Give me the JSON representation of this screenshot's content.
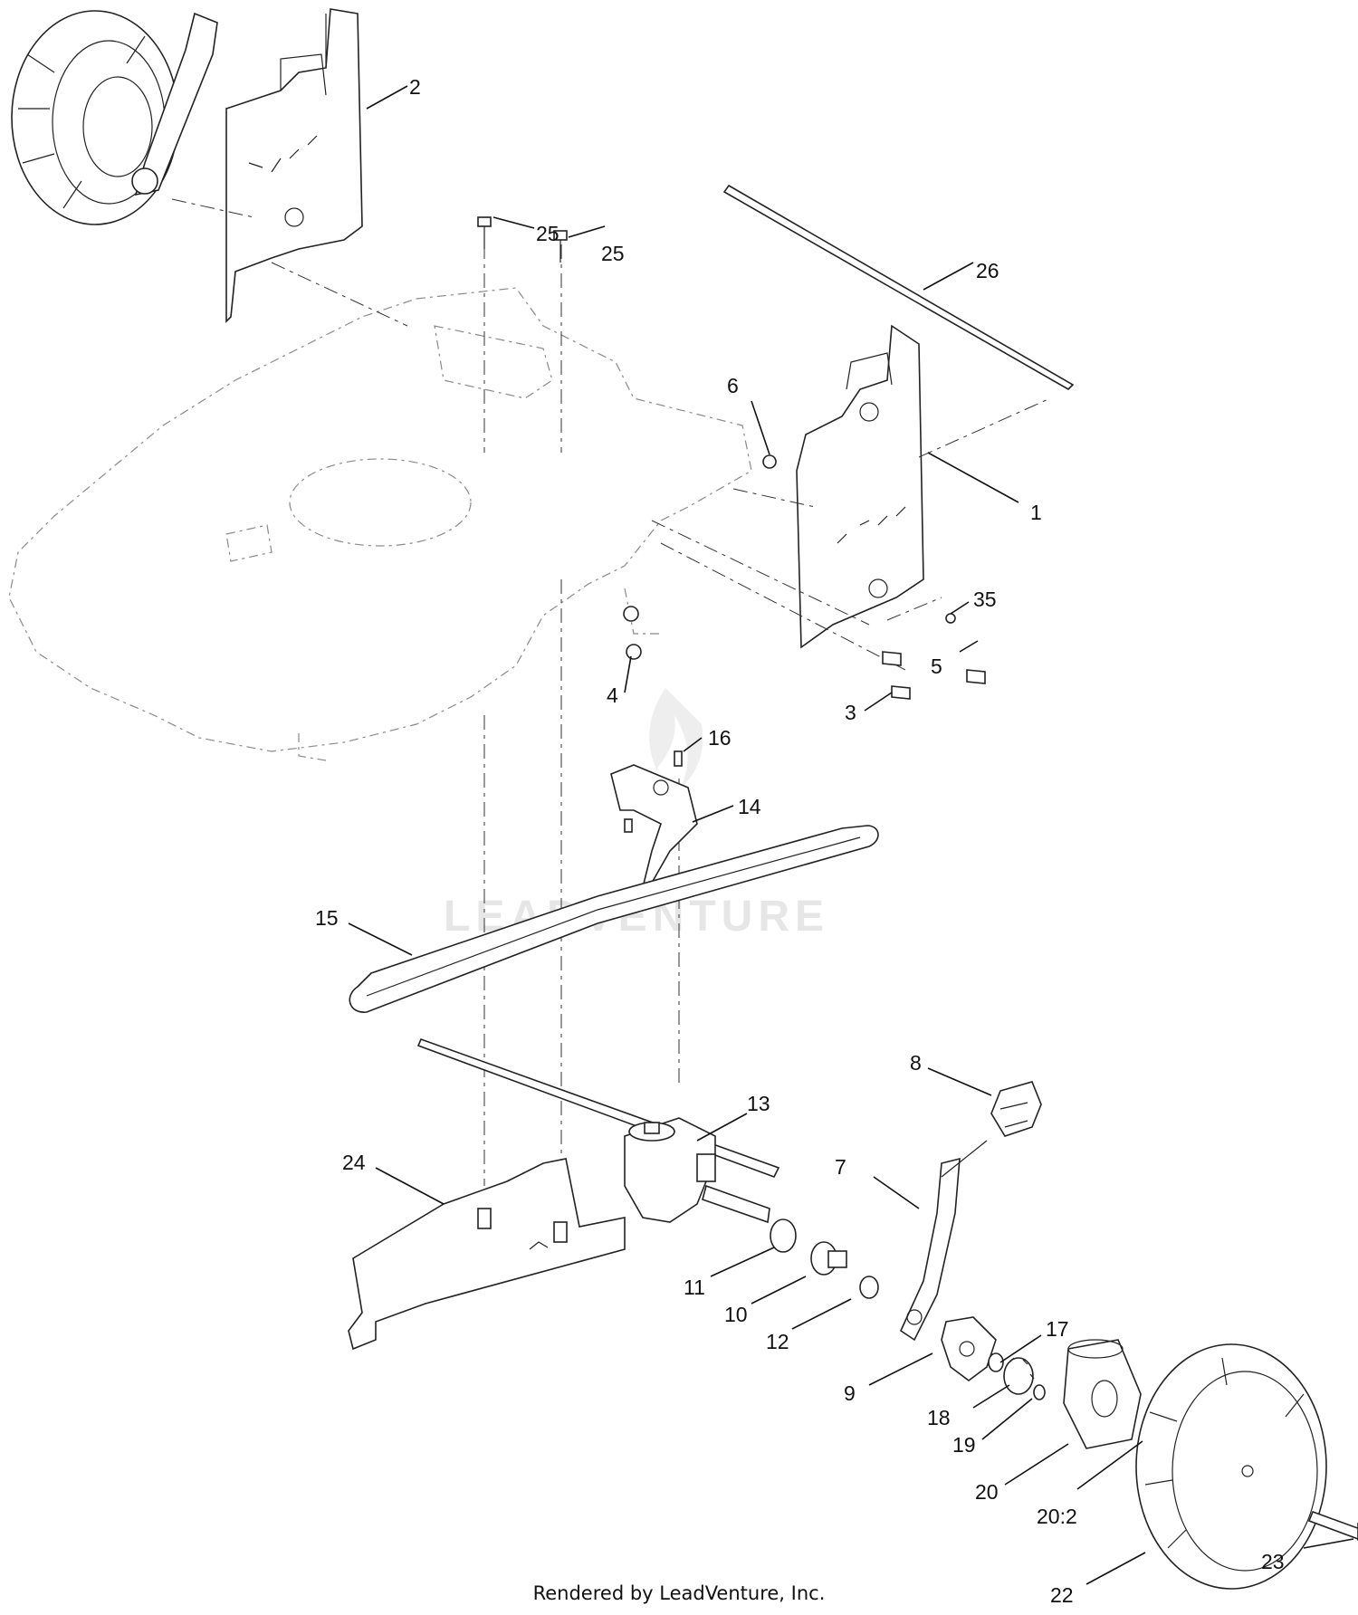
{
  "diagram": {
    "callouts": [
      "2",
      "25",
      "25",
      "26",
      "6",
      "1",
      "35",
      "5",
      "3",
      "4",
      "16",
      "14",
      "15",
      "8",
      "13",
      "7",
      "24",
      "11",
      "10",
      "12",
      "17",
      "9",
      "18",
      "19",
      "20",
      "20:2",
      "22",
      "23"
    ],
    "watermark": "LEADVENTURE",
    "footer": "Rendered by LeadVenture, Inc."
  }
}
